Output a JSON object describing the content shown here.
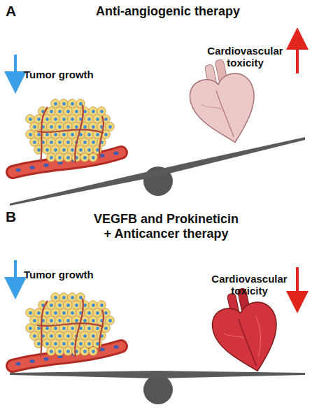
{
  "diagram": {
    "labels": [
      "A",
      "Anti-angiogenic therapy",
      "Tumor growth",
      "Cardiovascular toxicity",
      "B",
      "VEGFB and Prokineticin + Anticancer therapy",
      "Tumor growth",
      "Cardiovascular toxicity"
    ]
  }
}
